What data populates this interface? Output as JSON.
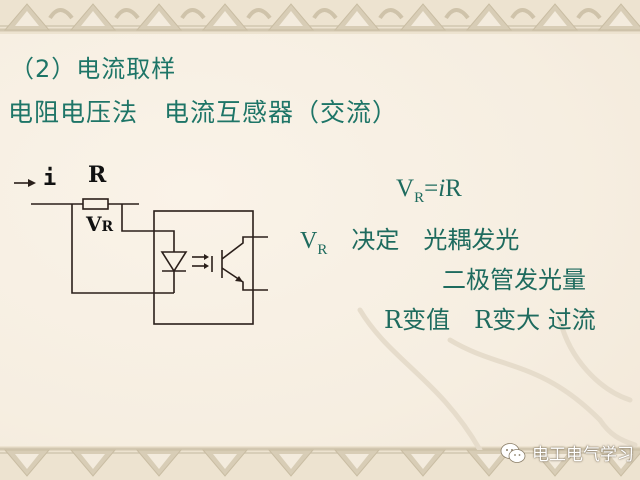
{
  "slide": {
    "title": "（2）电流取样",
    "subtitle": "电阻电压法　电流互感器（交流）",
    "diagram": {
      "current_label": "i",
      "resistor_label": "R",
      "voltage_label": "V",
      "voltage_subscript": "R"
    },
    "notes": {
      "equation": {
        "lhs": "V",
        "lhs_sub": "R",
        "rhs_prefix": "=",
        "rhs_italic": "i",
        "rhs_suffix": "R"
      },
      "line2": {
        "v": "V",
        "v_sub": "R",
        "text": "　决定　光耦发光"
      },
      "line3": "二极管发光量",
      "line4": "R变值　R变大 过流"
    },
    "colors": {
      "text_accent": "#1e7567",
      "background": "#f8f0e3",
      "border": "#d6ccb6"
    }
  },
  "watermark": {
    "icon": "wechat-icon",
    "text": "电工电气学习"
  }
}
